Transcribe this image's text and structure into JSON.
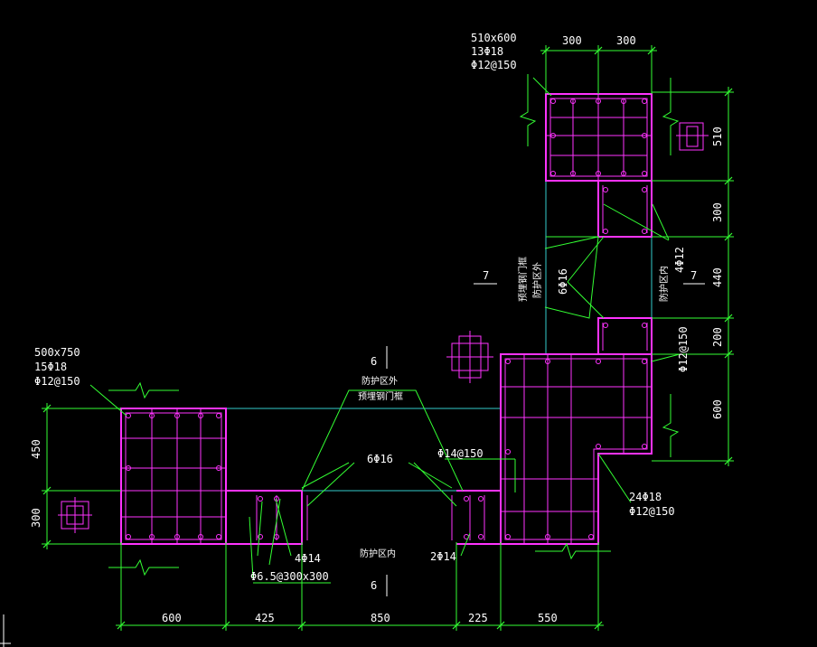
{
  "drawing": {
    "colors": {
      "background": "#000000",
      "rebar": "#ff33ff",
      "dimension": "#33ff33",
      "axis": "#33cccc",
      "text": "#ffffff"
    },
    "column_top": {
      "size": "510x600",
      "bars": "13Φ18",
      "stirrup": "Φ12@150"
    },
    "column_left": {
      "size": "500x750",
      "bars": "15Φ18",
      "stirrup": "Φ12@150"
    },
    "column_corner": {
      "bars": "24Φ18",
      "stirrup": "Φ12@150"
    },
    "top_dims": [
      "300",
      "300"
    ],
    "right_dims": [
      "510",
      "300",
      "440",
      "200",
      "600"
    ],
    "left_dims": [
      "450",
      "300"
    ],
    "bottom_dims": [
      "600",
      "425",
      "850",
      "225",
      "550"
    ],
    "section_marks": {
      "horizontal_top": "6",
      "horizontal_bottom": "6",
      "vertical_left": "7",
      "vertical_right": "7"
    },
    "annotations": {
      "h_outer_1": "防护区外",
      "h_outer_2": "预埋钢门框",
      "h_inner": "防护区内",
      "h_bars_center": "6Φ16",
      "h_bars_right": "Φ14@150",
      "h_bars_left": "4Φ14",
      "h_bars_left2": "2Φ14",
      "h_stirrup_left": "Φ6.5@300x300",
      "v_bars_center": "6Φ16",
      "v_bars_right": "4Φ12",
      "v_bars_right2": "Φ12@150",
      "v_inner": "防护区内",
      "v_outer_1": "预埋钢门框",
      "v_outer_2": "防护区外"
    }
  }
}
